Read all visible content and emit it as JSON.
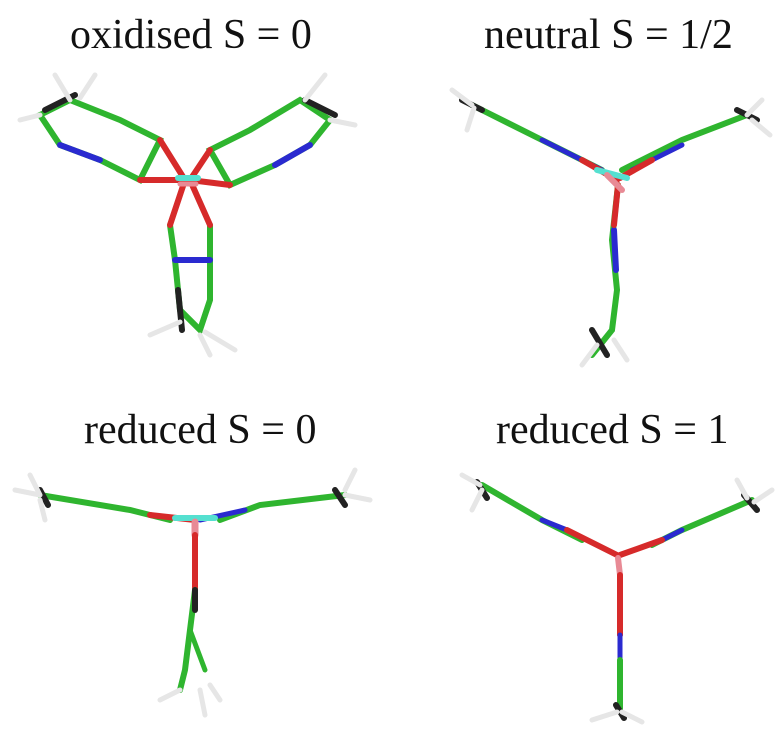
{
  "panels": [
    {
      "label": "oxidised  S = 0"
    },
    {
      "label": "neutral  S = 1/2"
    },
    {
      "label": "reduced  S = 0"
    },
    {
      "label": "reduced  S = 1"
    }
  ],
  "colors": {
    "carbon": "#2fb52f",
    "carbon_dark": "#222222",
    "nitrogen": "#2a2ad0",
    "oxygen": "#d62a2a",
    "metal_pink": "#e88a95",
    "metal_cyan": "#55e0d0",
    "hydrogen": "#e6e6e6"
  }
}
